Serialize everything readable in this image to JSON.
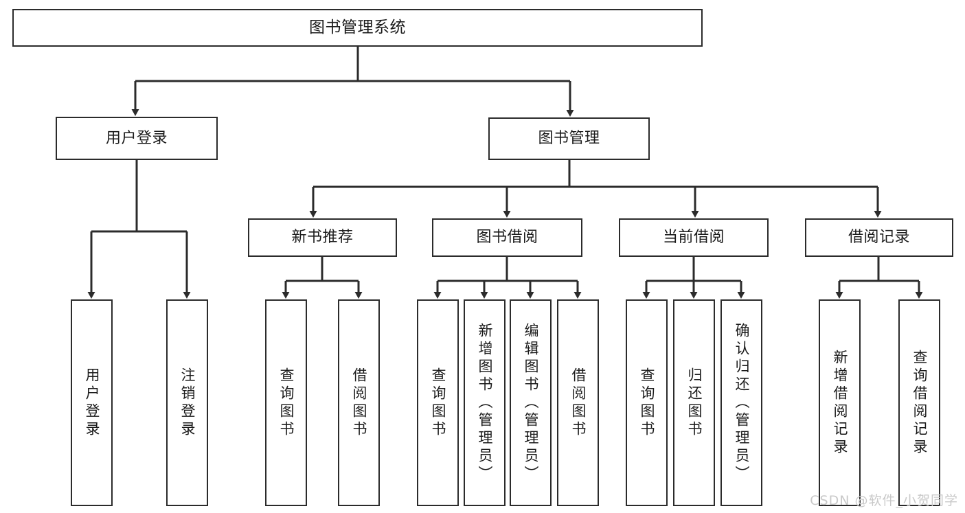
{
  "diagram": {
    "type": "tree-hierarchy",
    "title": "图书管理系统",
    "watermark": "CSDN @软件_小贺同学",
    "colors": {
      "box_border": "#2b2b2b",
      "box_fill": "#ffffff",
      "connector": "#2b2b2b",
      "text": "#1b1b1b",
      "watermark": "#c9c9c9",
      "background": "#ffffff"
    },
    "levels": [
      {
        "level": 1,
        "nodes": [
          {
            "id": "root",
            "label": "图书管理系统"
          }
        ]
      },
      {
        "level": 2,
        "nodes": [
          {
            "id": "user-login",
            "label": "用户登录",
            "parent": "root"
          },
          {
            "id": "book-manage",
            "label": "图书管理",
            "parent": "root"
          }
        ]
      },
      {
        "level": 3,
        "nodes": [
          {
            "id": "new-book-rec",
            "label": "新书推荐",
            "parent": "book-manage"
          },
          {
            "id": "book-borrow",
            "label": "图书借阅",
            "parent": "book-manage"
          },
          {
            "id": "current-borrow",
            "label": "当前借阅",
            "parent": "book-manage"
          },
          {
            "id": "borrow-record",
            "label": "借阅记录",
            "parent": "book-manage"
          }
        ]
      },
      {
        "level": 4,
        "nodes": [
          {
            "id": "leaf-user-login",
            "label": "用户登录",
            "parent": "user-login"
          },
          {
            "id": "leaf-user-logout",
            "label": "注销登录",
            "parent": "user-login"
          },
          {
            "id": "leaf-query-book-1",
            "label": "查询图书",
            "parent": "new-book-rec"
          },
          {
            "id": "leaf-borrow-book-1",
            "label": "借阅图书",
            "parent": "new-book-rec"
          },
          {
            "id": "leaf-query-book-2",
            "label": "查询图书",
            "parent": "book-borrow"
          },
          {
            "id": "leaf-add-book",
            "label": "新增图书（管理员）",
            "parent": "book-borrow"
          },
          {
            "id": "leaf-edit-book",
            "label": "编辑图书（管理员）",
            "parent": "book-borrow"
          },
          {
            "id": "leaf-borrow-book-2",
            "label": "借阅图书",
            "parent": "book-borrow"
          },
          {
            "id": "leaf-query-book-3",
            "label": "查询图书",
            "parent": "current-borrow"
          },
          {
            "id": "leaf-return-book",
            "label": "归还图书",
            "parent": "current-borrow"
          },
          {
            "id": "leaf-confirm-return",
            "label": "确认归还（管理员）",
            "parent": "current-borrow"
          },
          {
            "id": "leaf-add-record",
            "label": "新增借阅记录",
            "parent": "borrow-record"
          },
          {
            "id": "leaf-query-record",
            "label": "查询借阅记录",
            "parent": "borrow-record"
          }
        ]
      }
    ]
  }
}
